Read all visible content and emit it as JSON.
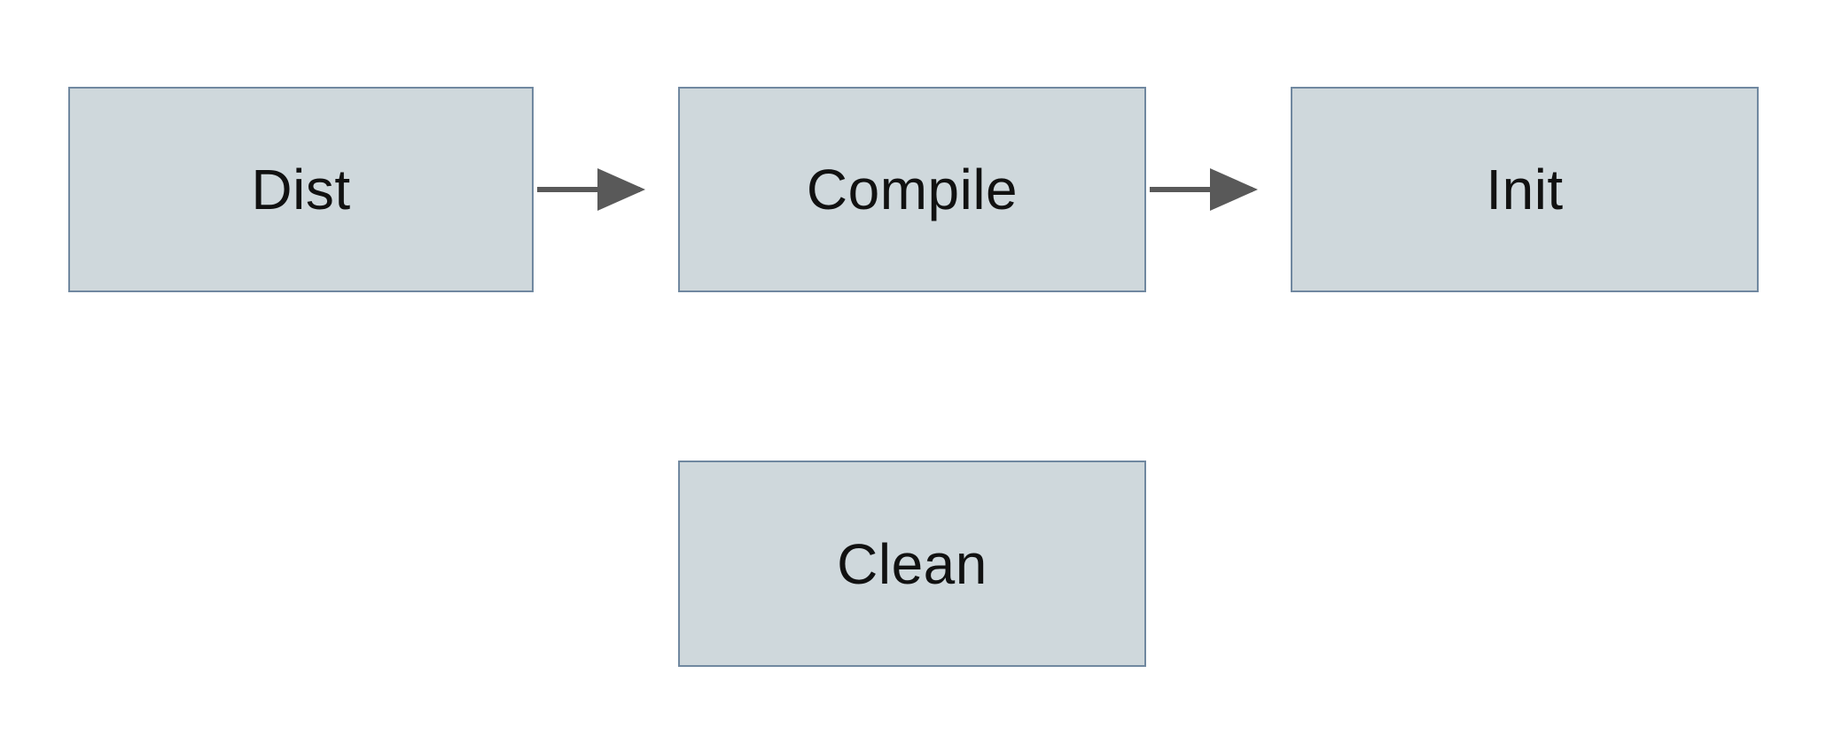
{
  "diagram": {
    "title": "build-tasks-flow",
    "nodes": {
      "dist": {
        "label": "Dist"
      },
      "compile": {
        "label": "Compile"
      },
      "init": {
        "label": "Init"
      },
      "clean": {
        "label": "Clean"
      }
    },
    "edges": [
      {
        "from": "Dist",
        "to": "Compile",
        "direction": "right"
      },
      {
        "from": "Compile",
        "to": "Init",
        "direction": "right"
      }
    ],
    "colors": {
      "background": "#ffffff",
      "node_fill": "#cfd8dc",
      "node_border": "#7088a0",
      "node_text": "#111111",
      "arrow": "#595959"
    }
  }
}
